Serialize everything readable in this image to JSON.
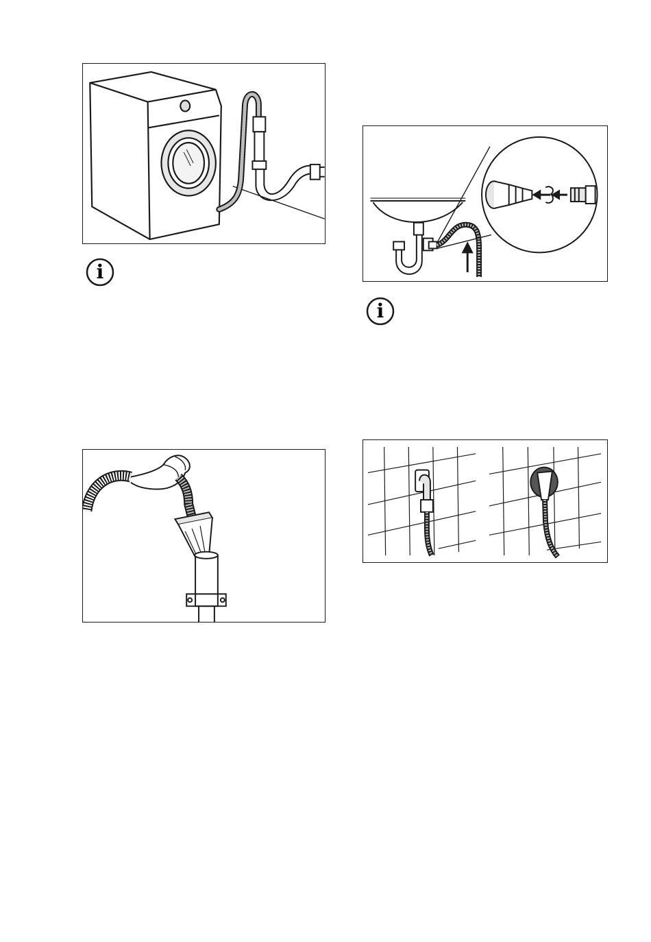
{
  "page": {
    "figures": [
      {
        "id": "washer-drain-standpipe",
        "icon": "washing-machine-drain-hose-illustration"
      },
      {
        "id": "sink-trap-connection",
        "icon": "sink-trap-hose-connection-illustration"
      },
      {
        "id": "hose-into-standpipe",
        "icon": "hand-inserting-hose-illustration"
      },
      {
        "id": "wall-tap-connection",
        "icon": "wall-tap-hose-illustration"
      }
    ],
    "info_icons": [
      {
        "icon": "info-icon",
        "letter": "i"
      },
      {
        "icon": "info-icon",
        "letter": "i"
      }
    ],
    "colors": {
      "line": "#1a1a1a",
      "fill_light": "#e6e6e6",
      "fill_mid": "#bdbdbd",
      "hose_dark": "#555555"
    }
  }
}
